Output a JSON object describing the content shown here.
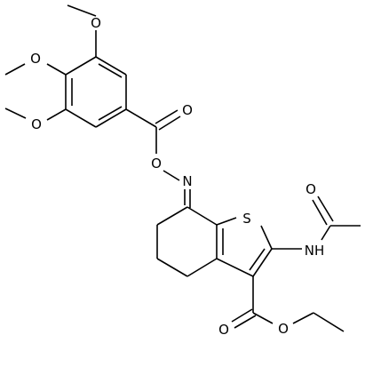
{
  "molecule": {
    "atoms": {
      "o_top": "O",
      "o_para": "O",
      "o_meta": "O",
      "o_carbonyl_ester": "O",
      "o_oxime": "O",
      "n_oxime": "N",
      "s_ring": "S",
      "o_acetyl": "O",
      "n_amide": "NH",
      "o_carbonyl_ethyl": "O",
      "o_ethyl": "O"
    }
  }
}
